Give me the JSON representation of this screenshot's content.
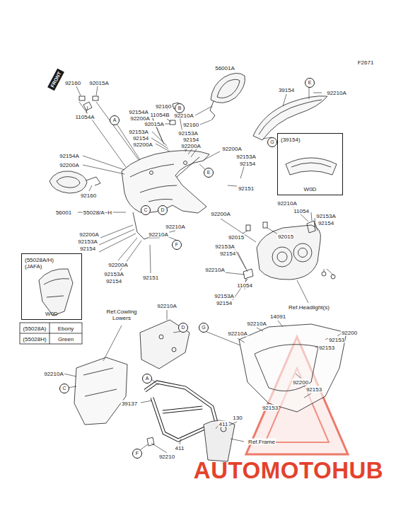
{
  "diagram": {
    "nodes": [
      {
        "text": [
          "FRONT"
        ]
      },
      {
        "text": [
          "E"
        ]
      },
      {
        "text": [
          "B"
        ]
      },
      {
        "text": [
          "A"
        ]
      },
      {
        "text": [
          "G"
        ]
      },
      {
        "text": [
          "(39154)",
          "W0D"
        ]
      },
      {
        "text": [
          "E"
        ]
      },
      {
        "text": [
          "C"
        ]
      },
      {
        "text": [
          "D"
        ]
      },
      {
        "text": [
          "F"
        ]
      },
      {
        "text": [
          "(55028A/H) (JAFA)",
          "W0D"
        ]
      },
      {
        "text": [
          "D"
        ]
      },
      {
        "text": [
          "G"
        ]
      },
      {
        "text": [
          "A"
        ]
      },
      {
        "text": [
          "C"
        ]
      },
      {
        "text": [
          "F"
        ]
      }
    ],
    "labels": [
      "F2671",
      "92160",
      "92015A",
      "11054A",
      "92160",
      "11054B",
      "92015A",
      "56001A",
      "39154",
      "92210A",
      "92154A",
      "92200A",
      "92210A",
      "92160",
      "92153A",
      "92154",
      "92200A",
      "92153A",
      "92154",
      "92200A",
      "92200A",
      "92153A",
      "92154",
      "92154A",
      "92200A",
      "92160",
      "56001",
      "55028/A~H",
      "92151",
      "92210A",
      "11054",
      "92153A",
      "92154",
      "92200A",
      "92015",
      "92015",
      "92210A",
      "92210A",
      "92200A",
      "92153A",
      "92154",
      "92200A",
      "92153A",
      "92154",
      "92210A",
      "92151",
      "92153A",
      "92154",
      "11054",
      "92153A",
      "92154",
      "Ref.Headlight(s)",
      "Ref.Cowling Lowers",
      "92210A",
      "14091",
      "92210A",
      "92210A",
      "92200",
      "92153",
      "92153",
      "92210A",
      "92200",
      "92153",
      "39137",
      "130",
      "411",
      "92153",
      "Ref.Frame",
      "411",
      "92210",
      "(55028A)",
      "Ebony",
      "(55028H)",
      "Green",
      "AUTOMOTOHUB"
    ]
  }
}
